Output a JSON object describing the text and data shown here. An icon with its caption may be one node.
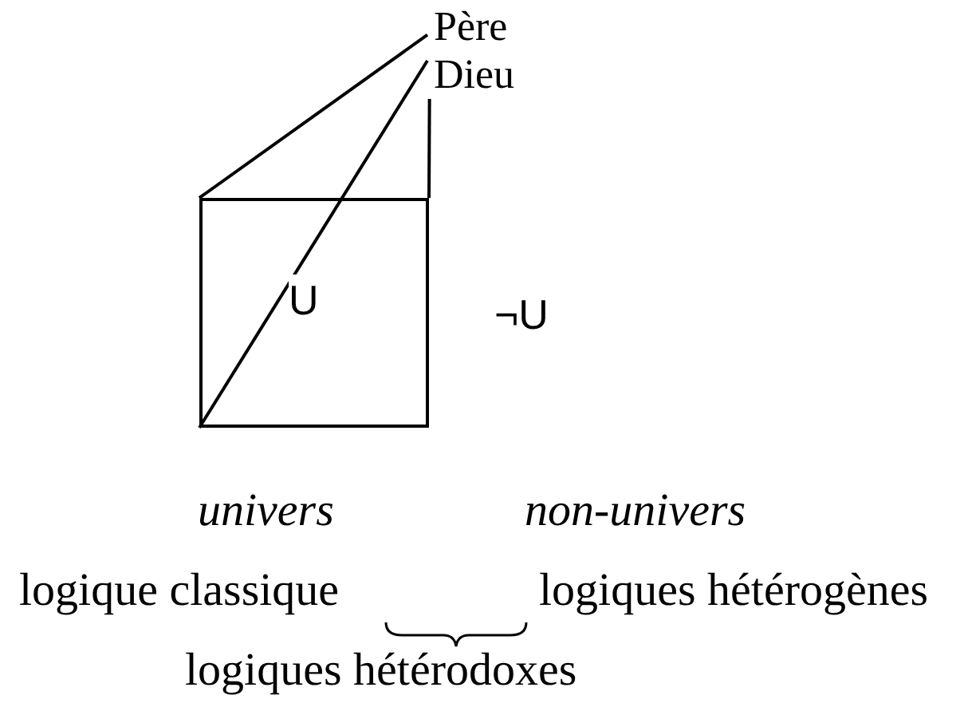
{
  "diagram": {
    "nodes": [
      {
        "text": [
          "Père Dieu"
        ]
      },
      {
        "text": [
          "U"
        ]
      },
      {
        "text": [
          "¬U"
        ]
      }
    ],
    "edges": [
      {
        "from": 0,
        "to": 1,
        "arrow": "none"
      },
      {
        "from": 0,
        "to": 1,
        "arrow": "none"
      },
      {
        "from": 0,
        "to": 1,
        "arrow": "none"
      }
    ],
    "labels": [
      "univers",
      "non-univers",
      "logique classique",
      "logiques hétérogènes",
      "logiques hétérodoxes"
    ]
  }
}
